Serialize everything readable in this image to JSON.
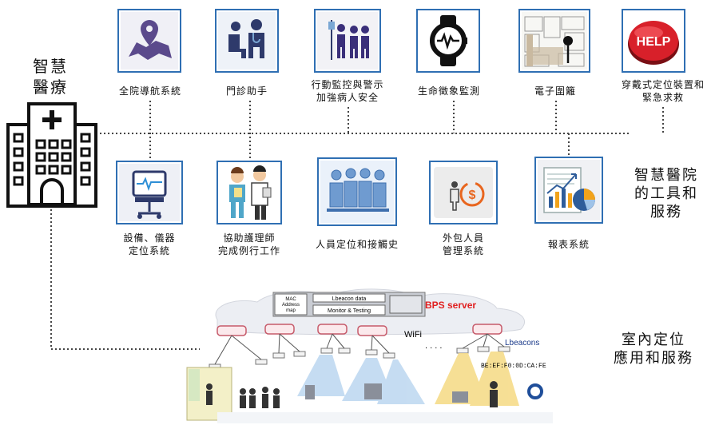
{
  "title": {
    "line1": "智慧",
    "line2": "醫療"
  },
  "top_items": [
    {
      "label": "全院導航系統",
      "icon": "map-pin-icon"
    },
    {
      "label": "門診助手",
      "icon": "doctor-patient-icon"
    },
    {
      "label": "行動監控與警示",
      "label2": "加強病人安全",
      "icon": "patients-iv-icon"
    },
    {
      "label": "生命徵象監測",
      "icon": "smartwatch-icon"
    },
    {
      "label": "電子圍籬",
      "icon": "floorplan-pin-icon"
    },
    {
      "label": "穿戴式定位裝置和",
      "label2": "緊急求救",
      "icon": "help-button-icon",
      "icon_text": "HELP"
    }
  ],
  "bottom_items": [
    {
      "label": "設備、儀器",
      "label2": "定位系統",
      "icon": "medical-monitor-icon"
    },
    {
      "label": "協助護理師",
      "label2": "完成例行工作",
      "icon": "nurse-doctor-icon"
    },
    {
      "label": "人員定位和接觸史",
      "icon": "people-group-icon"
    },
    {
      "label": "外包人員",
      "label2": "管理系統",
      "icon": "worker-money-icon",
      "icon_text": "$"
    },
    {
      "label": "報表系統",
      "icon": "report-chart-icon"
    }
  ],
  "side_labels": {
    "tools": [
      "智慧醫院",
      "的工具和",
      "服務"
    ],
    "indoor": [
      "室內定位",
      "應用和服務"
    ]
  },
  "network": {
    "server_label": "BPS server",
    "mac_label": "MAC\nAddress\nmap",
    "mac_lines": [
      "MAC",
      "Address",
      "map"
    ],
    "lbeacon_data": "Lbeacon data",
    "monitor_testing": "Monitor & Testing",
    "wifi_label": "WiFi",
    "dots": ". . . .",
    "lbeacons_label": "Lbeacons",
    "mac_address": "BE:EF:F0:0D:CA:FE"
  },
  "colors": {
    "card_border": "#2f6fb3",
    "server_text": "#e02020",
    "help_red": "#d8202a",
    "icon_navy": "#2e3a6b",
    "icon_blue": "#7aa7d4",
    "beam_blue": "#bcd7f0",
    "beam_yellow": "#f6dc8a"
  }
}
